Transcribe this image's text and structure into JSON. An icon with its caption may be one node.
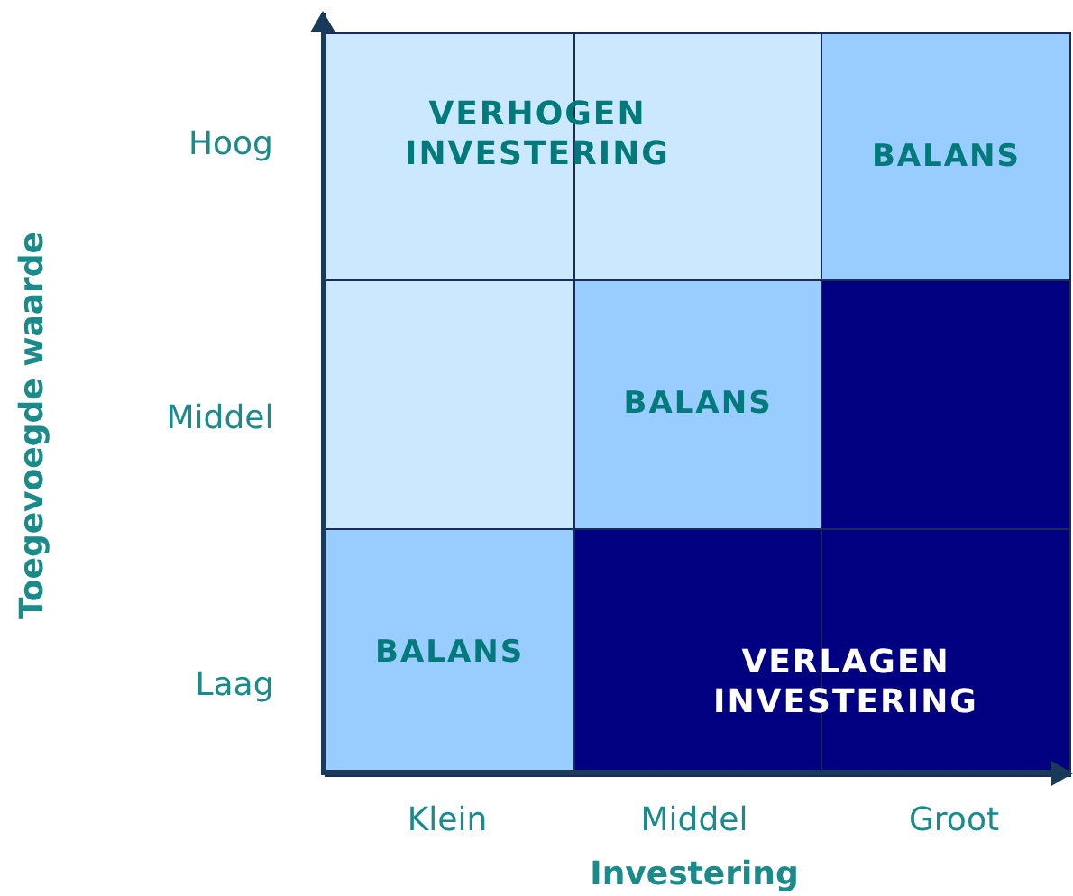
{
  "diagram": {
    "nodes": [
      {
        "text": [],
        "shape": "box"
      },
      {
        "text": [],
        "shape": "box"
      },
      {
        "text": [
          "BALANS"
        ]
      },
      {
        "text": [],
        "shape": "box"
      },
      {
        "text": [
          "BALANS"
        ]
      },
      {
        "text": [],
        "shape": "box"
      },
      {
        "text": [
          "BALANS"
        ]
      },
      {
        "text": [],
        "shape": "box"
      },
      {
        "text": [],
        "shape": "box"
      }
    ],
    "edges": [],
    "labels": [
      "VERHOGEN INVESTERING",
      "Hoog",
      "Middel",
      "Toegevoegde waarde",
      "VERLAGEN INVESTERING",
      "Laag",
      "Klein",
      "Middel",
      "Groot",
      "Investering"
    ]
  }
}
